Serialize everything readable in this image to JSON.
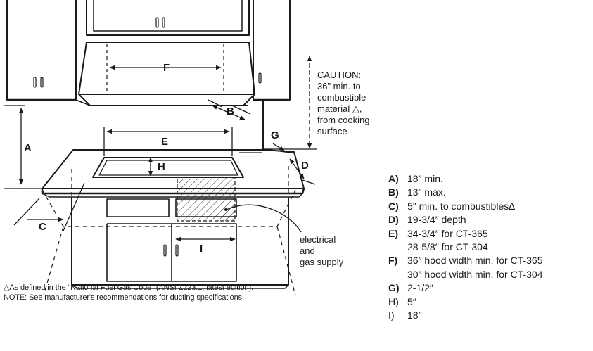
{
  "diagram": {
    "letters": {
      "a": "A",
      "b": "B",
      "c": "C",
      "d": "D",
      "e": "E",
      "f": "F",
      "g": "G",
      "h": "H",
      "i": "I"
    },
    "caution": [
      "CAUTION:",
      "36\" min. to",
      "combustible",
      "material △,",
      "from cooking",
      "surface"
    ],
    "supply": [
      "electrical",
      "and",
      "gas supply"
    ]
  },
  "footnote": {
    "line1": "△As defined in the “National Fuel Gas Code” (ANSI Z223.1, latest edition).",
    "line2": "NOTE: See manufacturer's recommendations for ducting specifications."
  },
  "legend": [
    {
      "key": "A)",
      "bold": true,
      "lines": [
        "18″ min."
      ]
    },
    {
      "key": "B)",
      "bold": true,
      "lines": [
        "13″ max."
      ]
    },
    {
      "key": "C)",
      "bold": true,
      "lines": [
        "5″ min. to combustibles∆"
      ]
    },
    {
      "key": "D)",
      "bold": true,
      "lines": [
        "19-3/4″ depth"
      ]
    },
    {
      "key": "E)",
      "bold": true,
      "lines": [
        "34-3/4″ for CT-365",
        "28-5/8″ for CT-304"
      ]
    },
    {
      "key": "F)",
      "bold": true,
      "lines": [
        "36″ hood width min. for CT-365",
        "30″ hood width min. for CT-304"
      ]
    },
    {
      "key": "G)",
      "bold": true,
      "lines": [
        "2-1/2″"
      ]
    },
    {
      "key": "H)",
      "bold": false,
      "lines": [
        "5″"
      ]
    },
    {
      "key": "I)",
      "bold": false,
      "lines": [
        "18″"
      ]
    }
  ]
}
